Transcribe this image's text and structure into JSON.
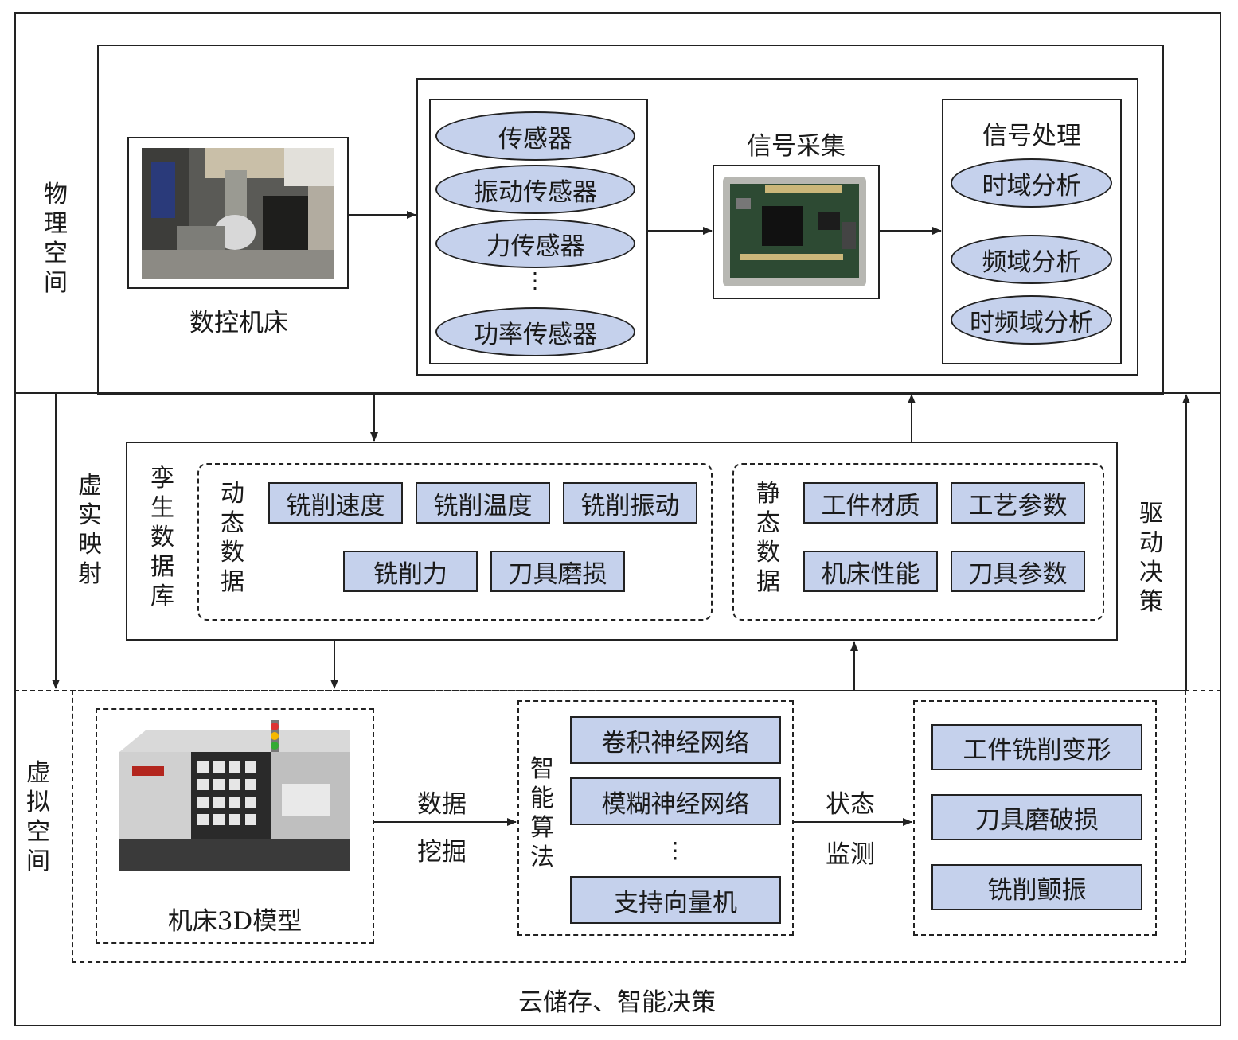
{
  "spaces": {
    "physical": "物理空间",
    "mapping": "虚实映射",
    "virtual": "虚拟空间",
    "drive": "驱动决策",
    "cloud": "云储存、智能决策"
  },
  "physical": {
    "machine_label": "数控机床",
    "sensors": [
      "传感器",
      "振动传感器",
      "力传感器",
      "功率传感器"
    ],
    "sensor_ellipsis": "⋮",
    "acquisition_title": "信号采集",
    "processing_title": "信号处理",
    "processing_items": [
      "时域分析",
      "频域分析",
      "时频域分析"
    ]
  },
  "twin_db": {
    "title": "孪生数据库",
    "dynamic_title": "动态数据",
    "dynamic_items": [
      "铣削速度",
      "铣削温度",
      "铣削振动",
      "铣削力",
      "刀具磨损"
    ],
    "static_title": "静态数据",
    "static_items": [
      "工件材质",
      "工艺参数",
      "机床性能",
      "刀具参数"
    ]
  },
  "virtual": {
    "model_label": "机床3D模型",
    "mining_label": [
      "数据",
      "挖掘"
    ],
    "algo_title": "智能算法",
    "algo_items": [
      "卷积神经网络",
      "模糊神经网络",
      "支持向量机"
    ],
    "algo_ellipsis": "⋮",
    "monitor_label": [
      "状态",
      "监测"
    ],
    "outcomes": [
      "工件铣削变形",
      "刀具磨破损",
      "铣削颤振"
    ]
  }
}
